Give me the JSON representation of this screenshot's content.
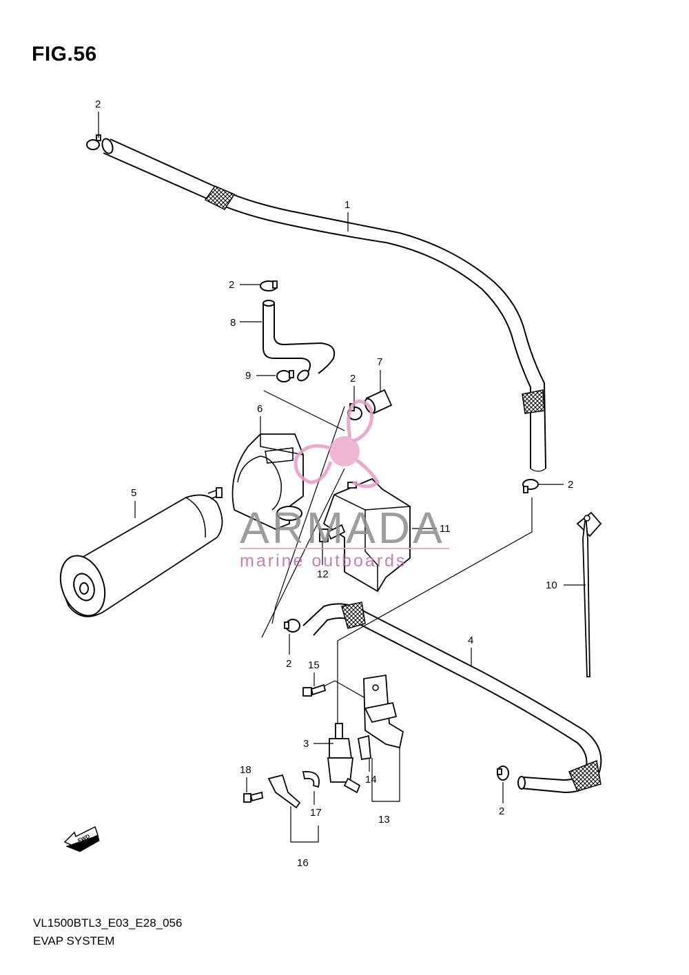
{
  "figure": {
    "title": "FIG.56",
    "code": "VL1500BTL3_E03_E28_056",
    "name": "EVAP SYSTEM"
  },
  "watermark": {
    "brand": "ARMADA",
    "tagline": "marine outboards",
    "accent_color": "#e89cc0",
    "text_color": "#8c8c8c"
  },
  "fwd_label": "FWD",
  "callouts": {
    "c1": "1",
    "c2a": "2",
    "c2b": "2",
    "c2c": "2",
    "c2d": "2",
    "c2e": "2",
    "c2f": "2",
    "c3": "3",
    "c4": "4",
    "c5": "5",
    "c6": "6",
    "c7": "7",
    "c8": "8",
    "c9": "9",
    "c10": "10",
    "c11": "11",
    "c12": "12",
    "c13": "13",
    "c14": "14",
    "c15": "15",
    "c16": "16",
    "c17": "17",
    "c18": "18"
  }
}
